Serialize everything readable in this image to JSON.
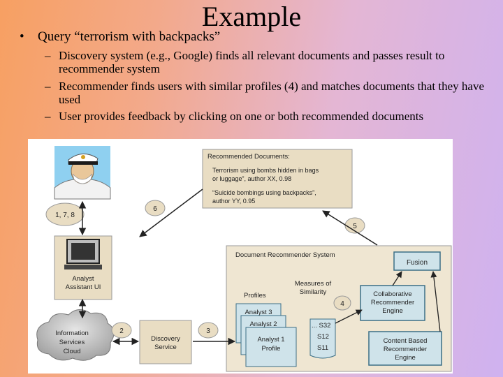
{
  "slide": {
    "title": "Example",
    "bullet_glyph": "•",
    "bullet": "Query “terrorism with backpacks”",
    "sub_glyph": "–",
    "sub_bullets": [
      "Discovery system (e.g., Google) finds all relevant documents and passes result to recommender system",
      "Recommender finds users with similar profiles (4) and matches documents that they have used",
      "User provides feedback by clicking on one or both recommended documents"
    ]
  },
  "diagram": {
    "recommended_docs": {
      "title": "Recommended Documents:",
      "lines": [
        "Terrorism using bombs hidden in bags",
        "or luggage”, author XX, 0.98",
        "“Suicide bombings using backpacks”,",
        "author YY, 0.95"
      ]
    },
    "step_labels": {
      "s178": "1, 7, 8",
      "s6": "6",
      "s5": "5",
      "s2": "2",
      "s3": "3",
      "s4": "4"
    },
    "analyst_ui": [
      "Analyst",
      "Assistant UI"
    ],
    "info_cloud": [
      "Information",
      "Services",
      "Cloud"
    ],
    "discovery": [
      "Discovery",
      "Service"
    ],
    "drs_title": "Document Recommender System",
    "fusion": "Fusion",
    "measures": [
      "Measures of",
      "Similarity"
    ],
    "profiles": "Profiles",
    "analyst3": "Analyst 3",
    "analyst2": "Analyst 2",
    "analyst1": [
      "Analyst 1",
      "Profile"
    ],
    "scores": [
      "... S32",
      "S12",
      "S11"
    ],
    "collab": [
      "Collaborative",
      "Recommender",
      "Engine"
    ],
    "content": [
      "Content Based",
      "Recommender",
      "Engine"
    ],
    "colors": {
      "box_fill": "#e9ddc3",
      "panel_fill": "#efe6d2",
      "node_fill": "#cfe3ea",
      "node_stroke": "#3c6f86"
    }
  }
}
